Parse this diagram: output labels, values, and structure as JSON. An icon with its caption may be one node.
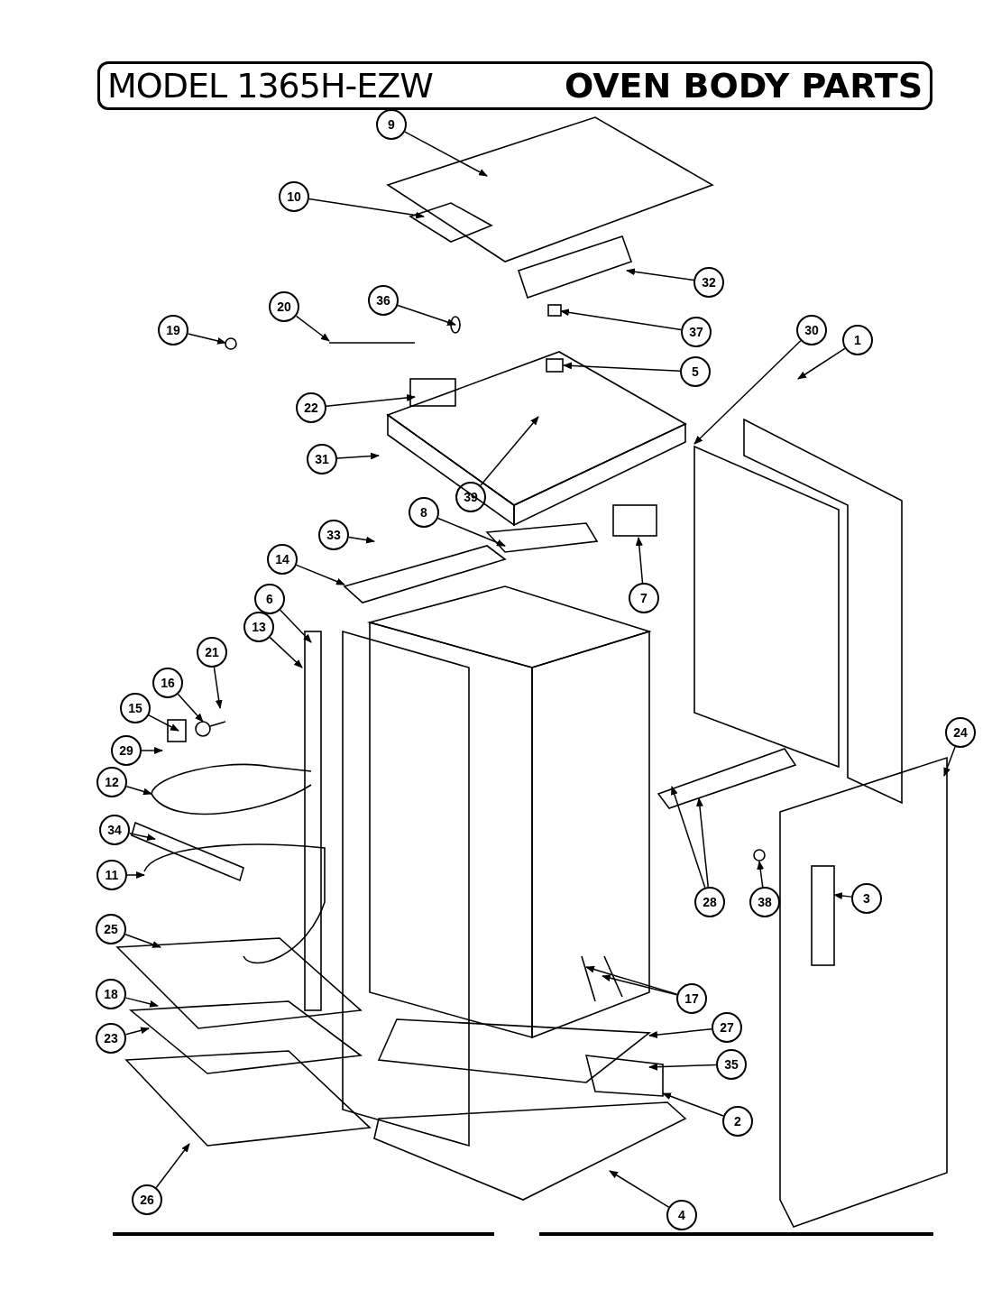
{
  "diagram": {
    "title": "OVEN BODY PARTS",
    "nodes": [
      {
        "text": [
          "9"
        ]
      },
      {
        "text": [
          "10"
        ]
      },
      {
        "text": [
          "32"
        ]
      },
      {
        "text": [
          "36"
        ]
      },
      {
        "text": [
          "20"
        ]
      },
      {
        "text": [
          "19"
        ]
      },
      {
        "text": [
          "37"
        ]
      },
      {
        "text": [
          "30"
        ]
      },
      {
        "text": [
          "1"
        ]
      },
      {
        "text": [
          "5"
        ]
      },
      {
        "text": [
          "22"
        ]
      },
      {
        "text": [
          "31"
        ]
      },
      {
        "text": [
          "39"
        ]
      },
      {
        "text": [
          "8"
        ]
      },
      {
        "text": [
          "33"
        ]
      },
      {
        "text": [
          "14"
        ]
      },
      {
        "text": [
          "7"
        ]
      },
      {
        "text": [
          "6"
        ]
      },
      {
        "text": [
          "13"
        ]
      },
      {
        "text": [
          "21"
        ]
      },
      {
        "text": [
          "16"
        ]
      },
      {
        "text": [
          "15"
        ]
      },
      {
        "text": [
          "24"
        ]
      },
      {
        "text": [
          "29"
        ]
      },
      {
        "text": [
          "12"
        ]
      },
      {
        "text": [
          "34"
        ]
      },
      {
        "text": [
          "11"
        ]
      },
      {
        "text": [
          "3"
        ]
      },
      {
        "text": [
          "28"
        ]
      },
      {
        "text": [
          "38"
        ]
      },
      {
        "text": [
          "25"
        ]
      },
      {
        "text": [
          "18"
        ]
      },
      {
        "text": [
          "17"
        ]
      },
      {
        "text": [
          "27"
        ]
      },
      {
        "text": [
          "23"
        ]
      },
      {
        "text": [
          "35"
        ]
      },
      {
        "text": [
          "2"
        ]
      },
      {
        "text": [
          "26"
        ]
      },
      {
        "text": [
          "4"
        ]
      }
    ],
    "edges": [
      {
        "from": 0,
        "to": null,
        "arrow": "to"
      },
      {
        "from": 1,
        "to": null,
        "arrow": "to"
      },
      {
        "from": 2,
        "to": null,
        "arrow": "to"
      },
      {
        "from": 3,
        "to": null,
        "arrow": "to"
      },
      {
        "from": 4,
        "to": null,
        "arrow": "to"
      },
      {
        "from": 5,
        "to": null,
        "arrow": "to"
      },
      {
        "from": 6,
        "to": null,
        "arrow": "to"
      },
      {
        "from": 7,
        "to": null,
        "arrow": "to"
      },
      {
        "from": 8,
        "to": null,
        "arrow": "to"
      },
      {
        "from": 9,
        "to": null,
        "arrow": "to"
      },
      {
        "from": 10,
        "to": null,
        "arrow": "to"
      },
      {
        "from": 11,
        "to": null,
        "arrow": "to"
      },
      {
        "from": 12,
        "to": null,
        "arrow": "to"
      },
      {
        "from": 13,
        "to": null,
        "arrow": "to"
      },
      {
        "from": 14,
        "to": null,
        "arrow": "to"
      },
      {
        "from": 15,
        "to": null,
        "arrow": "to"
      },
      {
        "from": 16,
        "to": null,
        "arrow": "to"
      },
      {
        "from": 17,
        "to": null,
        "arrow": "to"
      },
      {
        "from": 18,
        "to": null,
        "arrow": "to"
      },
      {
        "from": 19,
        "to": null,
        "arrow": "to"
      },
      {
        "from": 20,
        "to": null,
        "arrow": "to"
      },
      {
        "from": 21,
        "to": null,
        "arrow": "to"
      },
      {
        "from": 22,
        "to": null,
        "arrow": "to"
      },
      {
        "from": 23,
        "to": null,
        "arrow": "to"
      },
      {
        "from": 24,
        "to": null,
        "arrow": "to"
      },
      {
        "from": 25,
        "to": null,
        "arrow": "to"
      },
      {
        "from": 26,
        "to": null,
        "arrow": "to"
      },
      {
        "from": 27,
        "to": null,
        "arrow": "to"
      },
      {
        "from": 28,
        "to": null,
        "arrow": "to"
      },
      {
        "from": 28,
        "to": null,
        "arrow": "to"
      },
      {
        "from": 29,
        "to": null,
        "arrow": "to"
      },
      {
        "from": 30,
        "to": null,
        "arrow": "to"
      },
      {
        "from": 31,
        "to": null,
        "arrow": "to"
      },
      {
        "from": 32,
        "to": null,
        "arrow": "to"
      },
      {
        "from": 32,
        "to": null,
        "arrow": "to"
      },
      {
        "from": 33,
        "to": null,
        "arrow": "to"
      },
      {
        "from": 34,
        "to": null,
        "arrow": "to"
      },
      {
        "from": 35,
        "to": null,
        "arrow": "to"
      },
      {
        "from": 36,
        "to": null,
        "arrow": "to"
      },
      {
        "from": 37,
        "to": null,
        "arrow": "to"
      },
      {
        "from": 38,
        "to": null,
        "arrow": "to"
      }
    ],
    "labels": [
      "MODEL 1365H-EZW"
    ]
  }
}
